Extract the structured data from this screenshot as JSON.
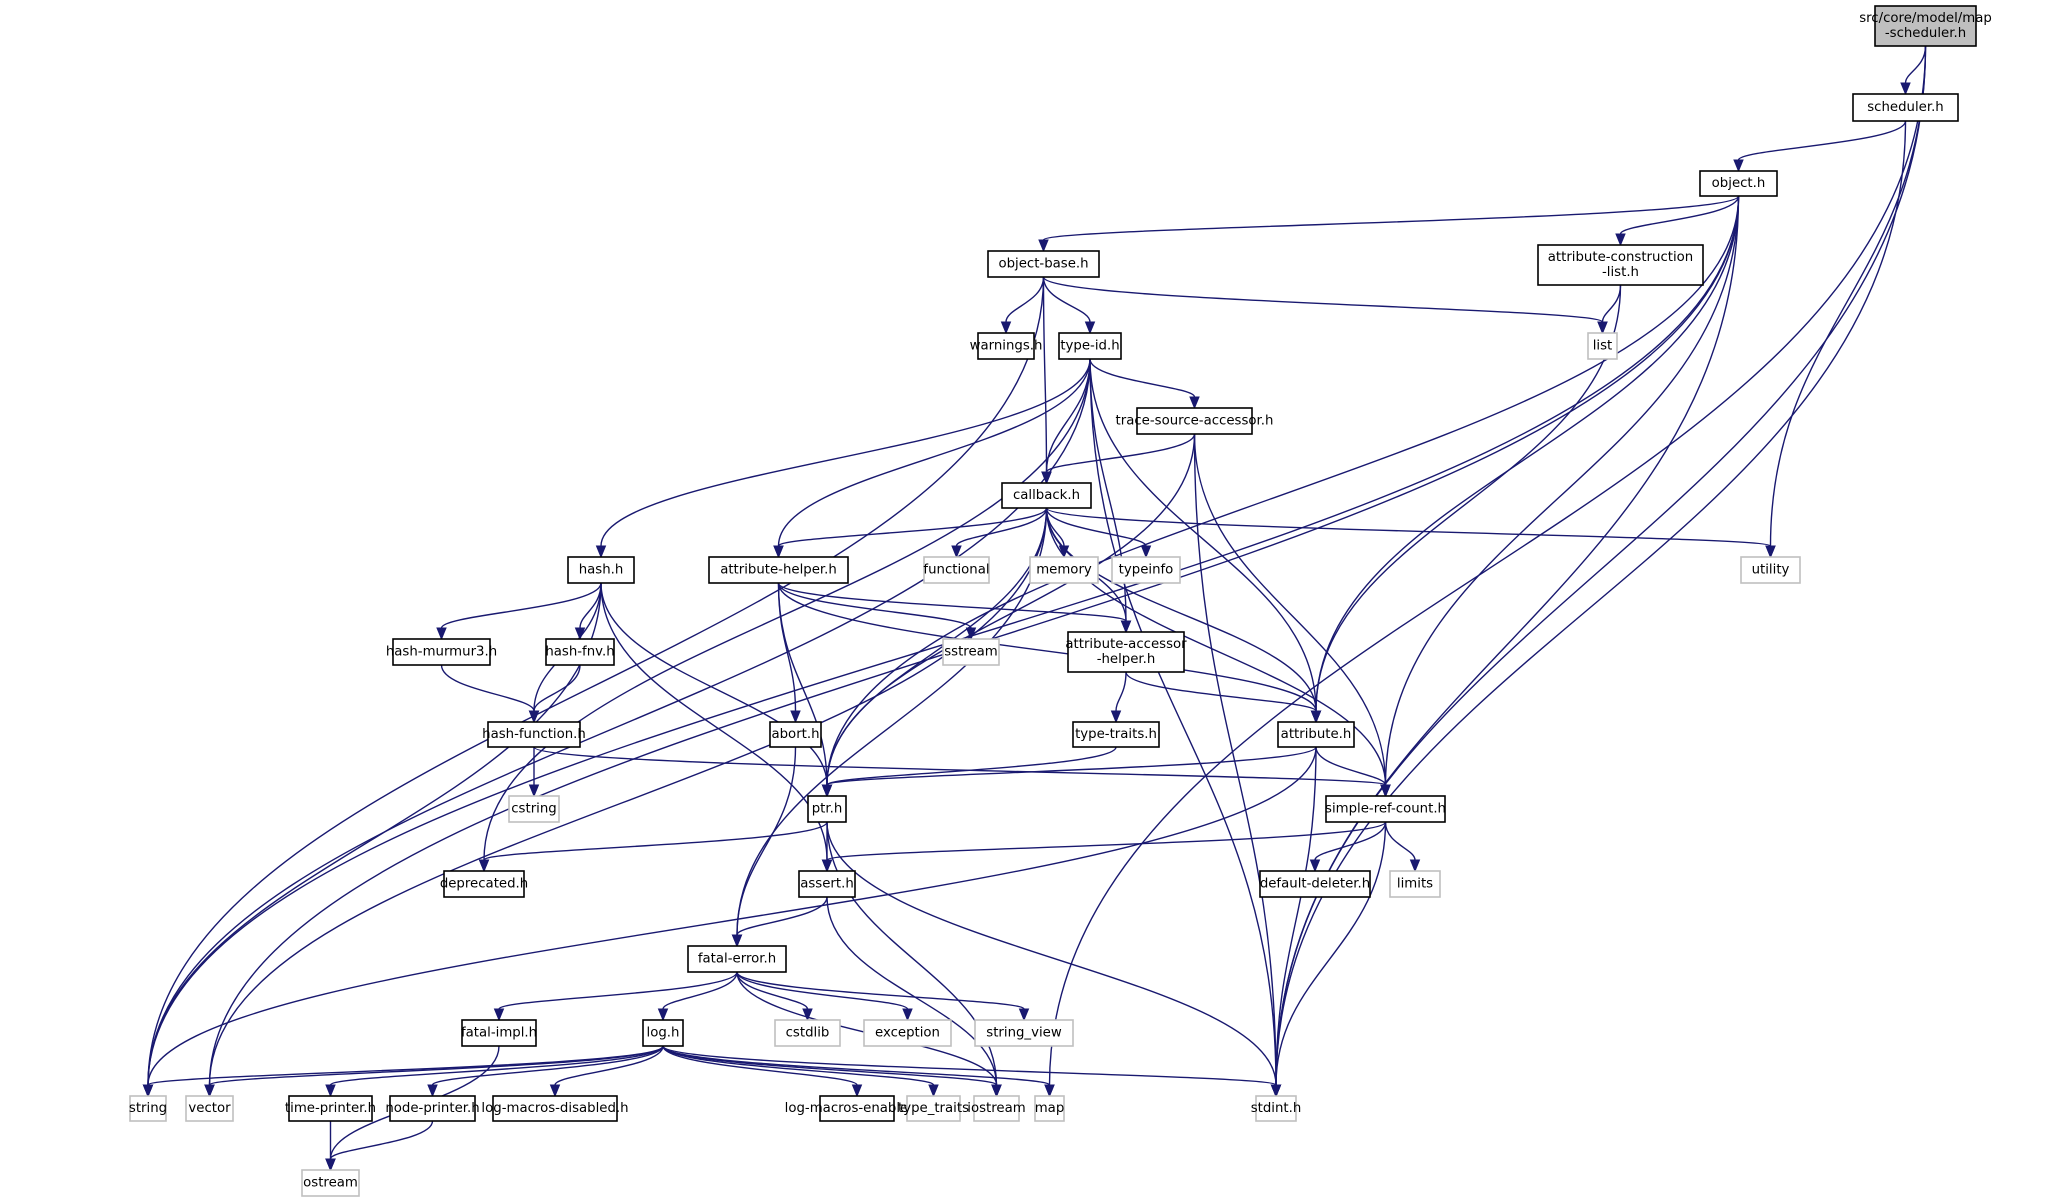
{
  "title": "Include dependency graph for src/core/model/map-scheduler.h",
  "colors": {
    "edge": "#191970",
    "root_fill": "#bfbfbf",
    "local_border": "#000000",
    "system_border": "#bfbfbf"
  },
  "nodes": [
    {
      "id": "root",
      "label": "src/core/model/map\n-scheduler.h",
      "kind": "root"
    },
    {
      "id": "scheduler",
      "label": "scheduler.h",
      "kind": "local"
    },
    {
      "id": "object",
      "label": "object.h",
      "kind": "local"
    },
    {
      "id": "object_base",
      "label": "object-base.h",
      "kind": "local"
    },
    {
      "id": "attr_constr",
      "label": "attribute-construction\n-list.h",
      "kind": "local"
    },
    {
      "id": "warnings",
      "label": "warnings.h",
      "kind": "local"
    },
    {
      "id": "type_id",
      "label": "type-id.h",
      "kind": "local"
    },
    {
      "id": "list",
      "label": "list",
      "kind": "system"
    },
    {
      "id": "trace_src",
      "label": "trace-source-accessor.h",
      "kind": "local"
    },
    {
      "id": "callback",
      "label": "callback.h",
      "kind": "local"
    },
    {
      "id": "hash",
      "label": "hash.h",
      "kind": "local"
    },
    {
      "id": "attr_helper",
      "label": "attribute-helper.h",
      "kind": "local"
    },
    {
      "id": "functional",
      "label": "functional",
      "kind": "system"
    },
    {
      "id": "memory",
      "label": "memory",
      "kind": "system"
    },
    {
      "id": "typeinfo",
      "label": "typeinfo",
      "kind": "system"
    },
    {
      "id": "utility",
      "label": "utility",
      "kind": "system"
    },
    {
      "id": "hash_murmur",
      "label": "hash-murmur3.h",
      "kind": "local"
    },
    {
      "id": "hash_fnv",
      "label": "hash-fnv.h",
      "kind": "local"
    },
    {
      "id": "sstream",
      "label": "sstream",
      "kind": "system"
    },
    {
      "id": "attr_acc_helper",
      "label": "attribute-accessor\n-helper.h",
      "kind": "local"
    },
    {
      "id": "hash_function",
      "label": "hash-function.h",
      "kind": "local"
    },
    {
      "id": "abort",
      "label": "abort.h",
      "kind": "local"
    },
    {
      "id": "type_traits_h",
      "label": "type-traits.h",
      "kind": "local"
    },
    {
      "id": "attribute",
      "label": "attribute.h",
      "kind": "local"
    },
    {
      "id": "cstring",
      "label": "cstring",
      "kind": "system"
    },
    {
      "id": "ptr",
      "label": "ptr.h",
      "kind": "local"
    },
    {
      "id": "simple_ref",
      "label": "simple-ref-count.h",
      "kind": "local"
    },
    {
      "id": "deprecated",
      "label": "deprecated.h",
      "kind": "local"
    },
    {
      "id": "assert",
      "label": "assert.h",
      "kind": "local"
    },
    {
      "id": "default_deleter",
      "label": "default-deleter.h",
      "kind": "local"
    },
    {
      "id": "limits",
      "label": "limits",
      "kind": "system"
    },
    {
      "id": "fatal_error",
      "label": "fatal-error.h",
      "kind": "local"
    },
    {
      "id": "fatal_impl",
      "label": "fatal-impl.h",
      "kind": "local"
    },
    {
      "id": "log",
      "label": "log.h",
      "kind": "local"
    },
    {
      "id": "cstdlib",
      "label": "cstdlib",
      "kind": "system"
    },
    {
      "id": "exception",
      "label": "exception",
      "kind": "system"
    },
    {
      "id": "string_view",
      "label": "string_view",
      "kind": "system"
    },
    {
      "id": "string",
      "label": "string",
      "kind": "system"
    },
    {
      "id": "vector",
      "label": "vector",
      "kind": "system"
    },
    {
      "id": "time_printer",
      "label": "time-printer.h",
      "kind": "local"
    },
    {
      "id": "node_printer",
      "label": "node-printer.h",
      "kind": "local"
    },
    {
      "id": "log_macros_dis",
      "label": "log-macros-disabled.h",
      "kind": "local"
    },
    {
      "id": "log_macros_en",
      "label": "log-macros-enabled.h",
      "kind": "local"
    },
    {
      "id": "type_traits",
      "label": "type_traits",
      "kind": "system"
    },
    {
      "id": "iostream",
      "label": "iostream",
      "kind": "system"
    },
    {
      "id": "map",
      "label": "map",
      "kind": "system"
    },
    {
      "id": "stdint",
      "label": "stdint.h",
      "kind": "system"
    },
    {
      "id": "ostream",
      "label": "ostream",
      "kind": "system"
    }
  ],
  "edges": [
    [
      "root",
      "scheduler"
    ],
    [
      "root",
      "map"
    ],
    [
      "root",
      "utility"
    ],
    [
      "root",
      "stdint"
    ],
    [
      "scheduler",
      "object"
    ],
    [
      "scheduler",
      "stdint"
    ],
    [
      "object",
      "object_base"
    ],
    [
      "object",
      "attr_constr"
    ],
    [
      "object",
      "ptr"
    ],
    [
      "object",
      "attribute"
    ],
    [
      "object",
      "simple_ref"
    ],
    [
      "object",
      "string"
    ],
    [
      "object",
      "vector"
    ],
    [
      "object",
      "stdint"
    ],
    [
      "object_base",
      "warnings"
    ],
    [
      "object_base",
      "type_id"
    ],
    [
      "object_base",
      "callback"
    ],
    [
      "object_base",
      "list"
    ],
    [
      "object_base",
      "string"
    ],
    [
      "attr_constr",
      "list"
    ],
    [
      "attr_constr",
      "attribute"
    ],
    [
      "type_id",
      "trace_src"
    ],
    [
      "type_id",
      "callback"
    ],
    [
      "type_id",
      "hash"
    ],
    [
      "type_id",
      "attr_helper"
    ],
    [
      "type_id",
      "attr_acc_helper"
    ],
    [
      "type_id",
      "attribute"
    ],
    [
      "type_id",
      "deprecated"
    ],
    [
      "type_id",
      "string"
    ],
    [
      "type_id",
      "stdint"
    ],
    [
      "trace_src",
      "callback"
    ],
    [
      "trace_src",
      "ptr"
    ],
    [
      "trace_src",
      "simple_ref"
    ],
    [
      "trace_src",
      "stdint"
    ],
    [
      "callback",
      "attr_helper"
    ],
    [
      "callback",
      "functional"
    ],
    [
      "callback",
      "memory"
    ],
    [
      "callback",
      "typeinfo"
    ],
    [
      "callback",
      "utility"
    ],
    [
      "callback",
      "attribute"
    ],
    [
      "callback",
      "simple_ref"
    ],
    [
      "callback",
      "attr_acc_helper"
    ],
    [
      "callback",
      "fatal_error"
    ],
    [
      "callback",
      "vector"
    ],
    [
      "callback",
      "ptr"
    ],
    [
      "hash",
      "hash_murmur"
    ],
    [
      "hash",
      "hash_fnv"
    ],
    [
      "hash",
      "hash_function"
    ],
    [
      "hash",
      "ptr"
    ],
    [
      "hash",
      "assert"
    ],
    [
      "hash",
      "string"
    ],
    [
      "attr_helper",
      "abort"
    ],
    [
      "attr_helper",
      "sstream"
    ],
    [
      "attr_helper",
      "attr_acc_helper"
    ],
    [
      "attr_helper",
      "attribute"
    ],
    [
      "attr_helper",
      "ptr"
    ],
    [
      "hash_murmur",
      "hash_function"
    ],
    [
      "hash_fnv",
      "hash_function"
    ],
    [
      "attr_acc_helper",
      "type_traits_h"
    ],
    [
      "attr_acc_helper",
      "attribute"
    ],
    [
      "hash_function",
      "cstring"
    ],
    [
      "hash_function",
      "simple_ref"
    ],
    [
      "abort",
      "fatal_error"
    ],
    [
      "type_traits_h",
      "ptr"
    ],
    [
      "attribute",
      "ptr"
    ],
    [
      "attribute",
      "simple_ref"
    ],
    [
      "attribute",
      "string"
    ],
    [
      "attribute",
      "stdint"
    ],
    [
      "ptr",
      "deprecated"
    ],
    [
      "ptr",
      "assert"
    ],
    [
      "ptr",
      "iostream"
    ],
    [
      "ptr",
      "stdint"
    ],
    [
      "simple_ref",
      "assert"
    ],
    [
      "simple_ref",
      "default_deleter"
    ],
    [
      "simple_ref",
      "limits"
    ],
    [
      "simple_ref",
      "stdint"
    ],
    [
      "assert",
      "fatal_error"
    ],
    [
      "assert",
      "iostream"
    ],
    [
      "fatal_error",
      "fatal_impl"
    ],
    [
      "fatal_error",
      "log"
    ],
    [
      "fatal_error",
      "cstdlib"
    ],
    [
      "fatal_error",
      "exception"
    ],
    [
      "fatal_error",
      "string_view"
    ],
    [
      "fatal_error",
      "iostream"
    ],
    [
      "fatal_impl",
      "ostream"
    ],
    [
      "log",
      "string"
    ],
    [
      "log",
      "vector"
    ],
    [
      "log",
      "time_printer"
    ],
    [
      "log",
      "node_printer"
    ],
    [
      "log",
      "log_macros_dis"
    ],
    [
      "log",
      "log_macros_en"
    ],
    [
      "log",
      "type_traits"
    ],
    [
      "log",
      "iostream"
    ],
    [
      "log",
      "map"
    ],
    [
      "log",
      "stdint"
    ],
    [
      "time_printer",
      "ostream"
    ],
    [
      "node_printer",
      "ostream"
    ]
  ]
}
